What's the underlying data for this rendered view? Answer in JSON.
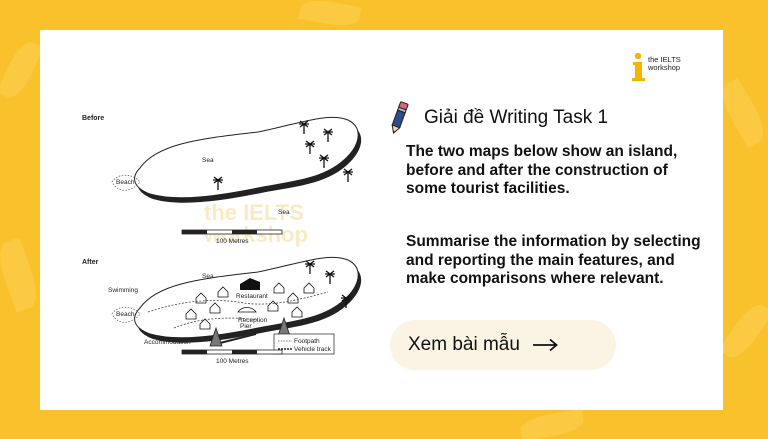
{
  "brand": {
    "logo_line1": "the IELTS",
    "logo_line2": "workshop"
  },
  "header": {
    "title": "Giải đề Writing Task 1"
  },
  "prompt": {
    "paragraph1": "The two maps below show an island, before and after the construction of some tourist facilities.",
    "paragraph2": "Summarise the information by selecting and reporting the main features, and make comparisons where relevant."
  },
  "cta": {
    "label": "Xem bài mẫu"
  },
  "maps": {
    "before": {
      "heading": "Before",
      "sea_top": "Sea",
      "sea_bottom": "Sea",
      "beach": "Beach",
      "scale": "100 Metres"
    },
    "after": {
      "heading": "After",
      "sea": "Sea",
      "beach": "Beach",
      "swimming": "Swimming",
      "restaurant": "Restaurant",
      "reception": "Reception",
      "pier": "Pier",
      "accommodation": "Accommodation",
      "legend_footpath": "Footpath",
      "legend_vehicle": "Vehicle track",
      "scale": "100 Metres"
    },
    "watermark_line1": "the IELTS",
    "watermark_line2": "workshop"
  },
  "colors": {
    "background": "#f9c12c",
    "card": "#ffffff",
    "cta_background": "#fbf4e4",
    "logo_accent": "#f4b400"
  },
  "icons": [
    "logo-mark-icon",
    "pencil-icon",
    "arrow-right-icon"
  ]
}
